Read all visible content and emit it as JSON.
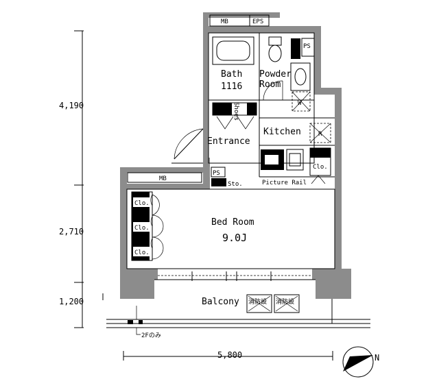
{
  "dimensions": {
    "left_upper": "4,190",
    "left_middle": "2,710",
    "left_lower": "1,200",
    "bottom_width": "5,800"
  },
  "rooms": {
    "bath": "Bath",
    "bath_size": "1116",
    "powder_room_line1": "Powder",
    "powder_room_line2": "Room",
    "kitchen": "Kitchen",
    "entrance": "Entrance",
    "bed_room": "Bed Room",
    "bed_room_size": "9.0J",
    "balcony": "Balcony"
  },
  "labels": {
    "mb_top": "MB",
    "eps": "EPS",
    "ps_top": "PS",
    "wm": "W",
    "r_mark": "R",
    "shoes": "Shoes",
    "mb_left": "MB",
    "ps_left": "PS",
    "sto": "Sto.",
    "picture_rail": "Picture Rail",
    "clo_kitchen": "Clo.",
    "clo_1": "Clo.",
    "clo_2": "Clo.",
    "clo_3": "Clo.",
    "balcony_tag_1": "消防設",
    "balcony_tag_2": "消防設",
    "floor_note": "2Fのみ",
    "north": "N"
  }
}
